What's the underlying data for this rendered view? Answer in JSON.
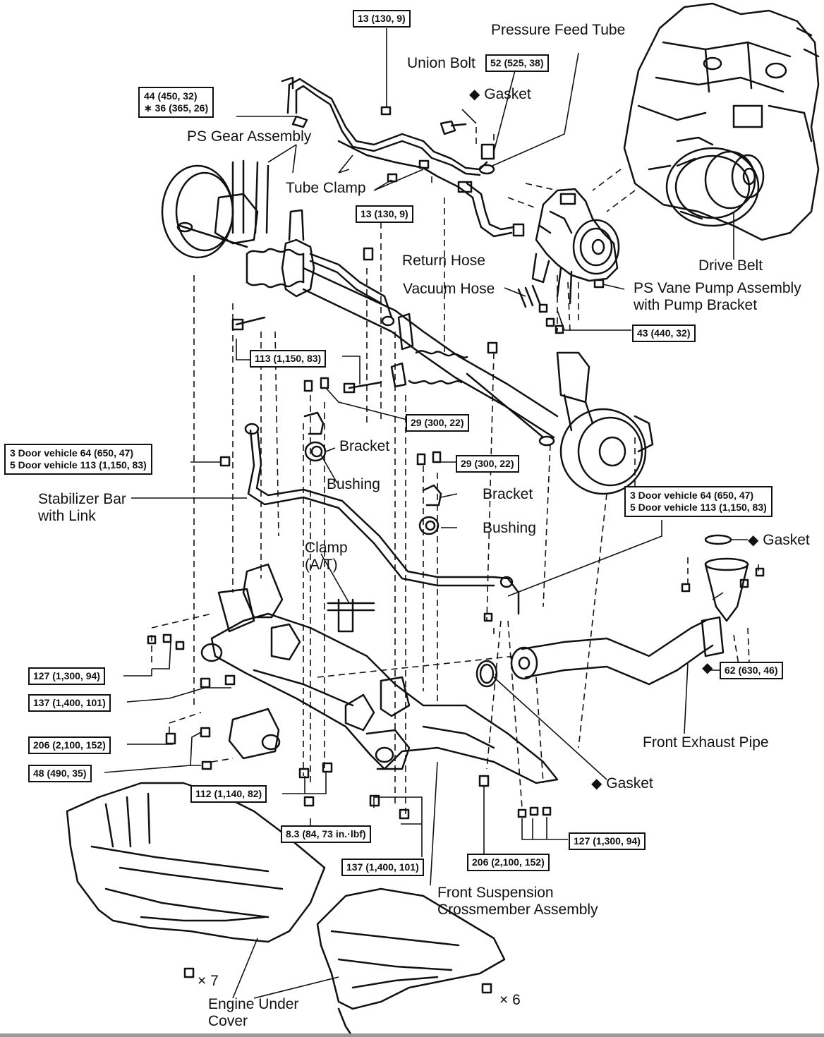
{
  "labels": {
    "pressure_feed_tube": "Pressure Feed Tube",
    "union_bolt": "Union Bolt",
    "gasket_top": "Gasket",
    "ps_gear_assembly": "PS Gear Assembly",
    "tube_clamp": "Tube Clamp",
    "return_hose": "Return Hose",
    "drive_belt": "Drive Belt",
    "vacuum_hose": "Vacuum Hose",
    "ps_vane_pump_line1": "PS Vane Pump Assembly",
    "ps_vane_pump_line2": "with Pump Bracket",
    "bracket_left": "Bracket",
    "bushing_left": "Bushing",
    "bracket_right": "Bracket",
    "bushing_right": "Bushing",
    "stabilizer_line1": "Stabilizer Bar",
    "stabilizer_line2": "with Link",
    "clamp_line1": "Clamp",
    "clamp_line2": "(A/T)",
    "gasket_exhaust": "Gasket",
    "front_exhaust_pipe": "Front Exhaust Pipe",
    "gasket_lower": "Gasket",
    "front_susp_line1": "Front Suspension",
    "front_susp_line2": "Crossmember Assembly",
    "engine_under_line1": "Engine Under",
    "engine_under_line2": "Cover",
    "x7": "× 7",
    "x6": "× 6",
    "diamond": "◆"
  },
  "torque": {
    "t_13_top": "13 (130, 9)",
    "t_52": "52 (525, 38)",
    "t_44_line1": "44 (450, 32)",
    "t_44_line2": "∗ 36 (365, 26)",
    "t_13_mid": "13 (130, 9)",
    "t_113_gear": "113 (1,150, 83)",
    "t_43": "43 (440, 32)",
    "t_29_left": "29 (300, 22)",
    "t_29_right": "29 (300, 22)",
    "t_stab_left_line1": "3 Door vehicle  64 (650, 47)",
    "t_stab_left_line2": "5 Door vehicle 113 (1,150, 83)",
    "t_stab_right_line1": "3 Door vehicle  64 (650, 47)",
    "t_stab_right_line2": "5 Door vehicle 113 (1,150, 83)",
    "t_127_left": "127 (1,300, 94)",
    "t_137_left": "137 (1,400, 101)",
    "t_206_left": "206 (2,100, 152)",
    "t_48": "48 (490, 35)",
    "t_112": "112 (1,140, 82)",
    "t_8_3": "8.3 (84, 73 in.·lbf)",
    "t_137_bottom": "137 (1,400, 101)",
    "t_206_bottom": "206 (2,100, 152)",
    "t_127_right": "127 (1,300, 94)",
    "t_62": "62 (630, 46)"
  }
}
